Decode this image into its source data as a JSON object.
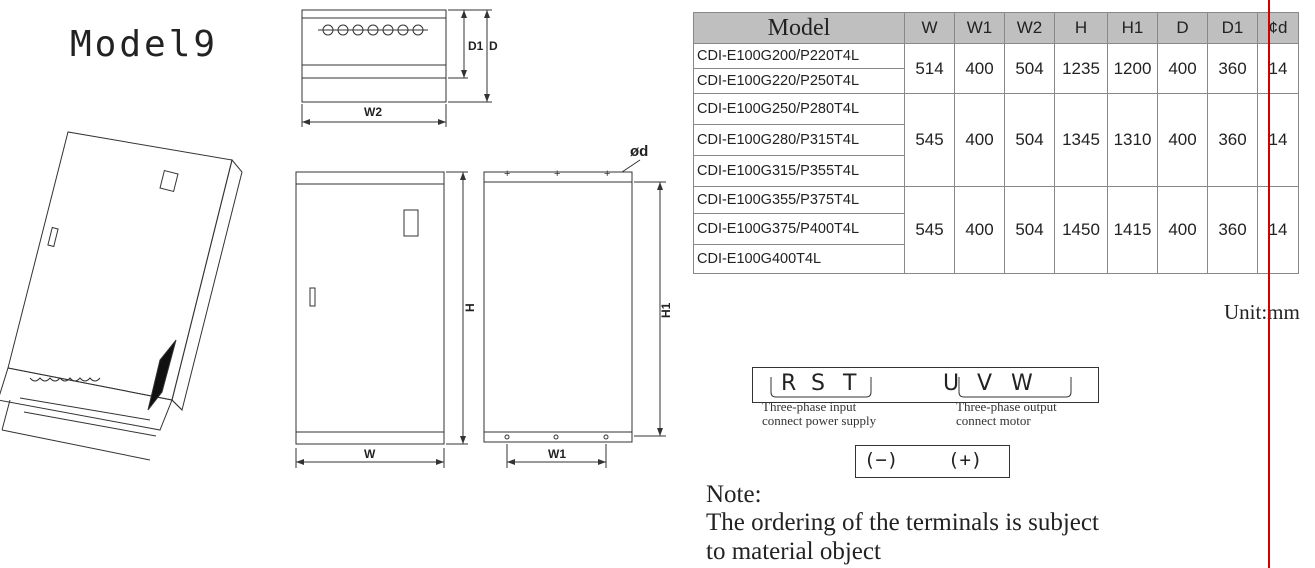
{
  "title": "Model9",
  "drawing_labels": {
    "d1": "D1",
    "d": "D",
    "w2": "W2",
    "phi_d": "ød",
    "h": "H",
    "h1": "H1",
    "w": "W",
    "w1": "W1"
  },
  "table": {
    "headers": [
      "Model",
      "W",
      "W1",
      "W2",
      "H",
      "H1",
      "D",
      "D1",
      "¢d"
    ],
    "groups": [
      {
        "models": [
          "CDI-E100G200/P220T4L",
          "CDI-E100G220/P250T4L"
        ],
        "values": [
          "514",
          "400",
          "504",
          "1235",
          "1200",
          "400",
          "360",
          "14"
        ]
      },
      {
        "models": [
          "CDI-E100G250/P280T4L",
          "CDI-E100G280/P315T4L",
          "CDI-E100G315/P355T4L"
        ],
        "values": [
          "545",
          "400",
          "504",
          "1345",
          "1310",
          "400",
          "360",
          "14"
        ]
      },
      {
        "models": [
          "CDI-E100G355/P375T4L",
          "CDI-E100G375/P400T4L",
          "CDI-E100G400T4L"
        ],
        "values": [
          "545",
          "400",
          "504",
          "1450",
          "1415",
          "400",
          "360",
          "14"
        ]
      }
    ]
  },
  "unit": "Unit:mm",
  "terminals": {
    "labels": [
      "R",
      "S",
      "T",
      "U",
      "V",
      "W"
    ],
    "input_caption": [
      "Three-phase input",
      "connect power supply"
    ],
    "output_caption": [
      "Three-phase output",
      "connect motor"
    ],
    "dc_labels": [
      "(−)",
      "(+)"
    ]
  },
  "note": {
    "heading": "Note:",
    "lines": [
      "The ordering of the terminals is subject",
      "to material object"
    ]
  },
  "colors": {
    "header_bg": "#bfbfbf",
    "line": "#333333",
    "red_line": "#d40000",
    "terminal_block": "#111111"
  }
}
